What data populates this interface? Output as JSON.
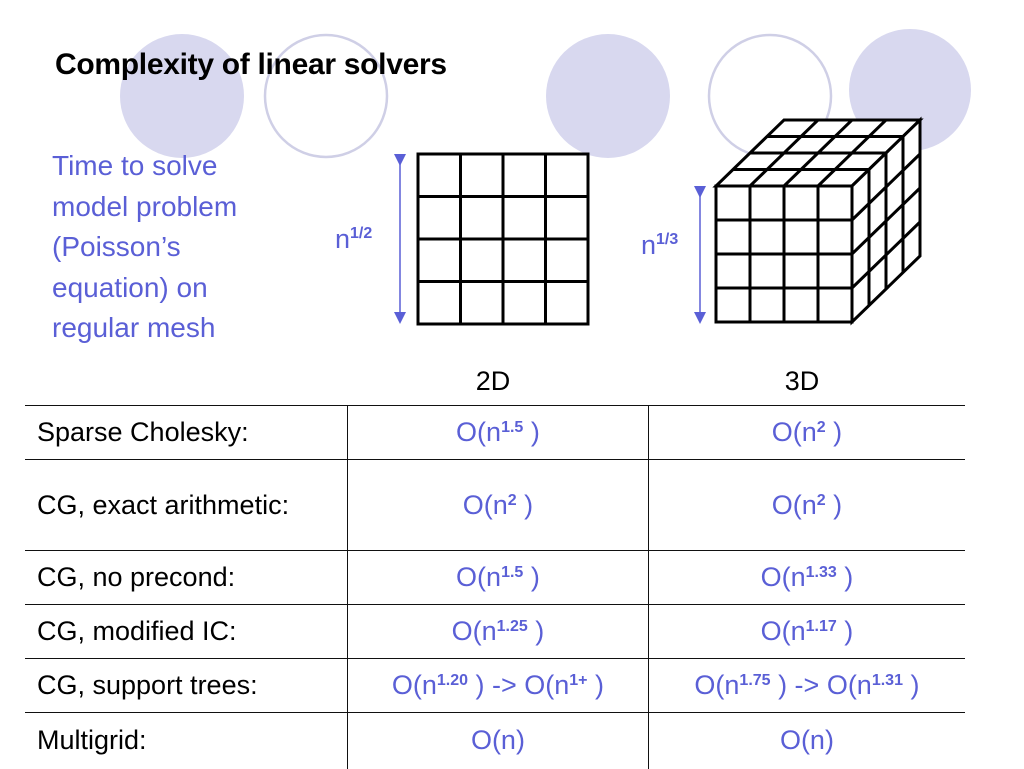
{
  "title": "Complexity of linear solvers",
  "intro_lines": [
    "Time to solve",
    "model problem",
    "(Poisson’s",
    "equation) on",
    "regular mesh"
  ],
  "mesh_2d": {
    "base": "n",
    "exponent": "1/2"
  },
  "mesh_3d": {
    "base": "n",
    "exponent": "1/3"
  },
  "columns": [
    "2D",
    "3D"
  ],
  "rows": [
    {
      "label": "Sparse Cholesky:",
      "cells": [
        [
          {
            "text": "O(n"
          },
          {
            "sup": "1.5"
          },
          {
            "text": " )"
          }
        ],
        [
          {
            "text": "O(n"
          },
          {
            "sup": "2"
          },
          {
            "text": " )"
          }
        ]
      ]
    },
    {
      "label": "CG, exact arithmetic:",
      "cells": [
        [
          {
            "text": "O(n"
          },
          {
            "sup": "2"
          },
          {
            "text": " )"
          }
        ],
        [
          {
            "text": "O(n"
          },
          {
            "sup": "2"
          },
          {
            "text": " )"
          }
        ]
      ]
    },
    {
      "label": "CG, no precond:",
      "cells": [
        [
          {
            "text": "O(n"
          },
          {
            "sup": "1.5"
          },
          {
            "text": " )"
          }
        ],
        [
          {
            "text": "O(n"
          },
          {
            "sup": "1.33"
          },
          {
            "text": " )"
          }
        ]
      ]
    },
    {
      "label": "CG, modified IC:",
      "cells": [
        [
          {
            "text": "O(n"
          },
          {
            "sup": "1.25"
          },
          {
            "text": " )"
          }
        ],
        [
          {
            "text": "O(n"
          },
          {
            "sup": "1.17"
          },
          {
            "text": " )"
          }
        ]
      ]
    },
    {
      "label": "CG, support trees:",
      "cells": [
        [
          {
            "text": "O(n"
          },
          {
            "sup": "1.20"
          },
          {
            "text": " ) -> O(n"
          },
          {
            "sup": "1+"
          },
          {
            "text": " )"
          }
        ],
        [
          {
            "text": "O(n"
          },
          {
            "sup": "1.75"
          },
          {
            "text": " ) -> O(n"
          },
          {
            "sup": "1.31"
          },
          {
            "text": " )"
          }
        ]
      ]
    },
    {
      "label": "Multigrid:",
      "cells": [
        [
          {
            "text": "O(n)"
          }
        ],
        [
          {
            "text": "O(n)"
          }
        ]
      ]
    }
  ],
  "colors": {
    "accent": "#5a5fd6",
    "circle_fill": "#d8d8ef",
    "circle_stroke": "#cfcfe6",
    "rule": "#111111"
  }
}
